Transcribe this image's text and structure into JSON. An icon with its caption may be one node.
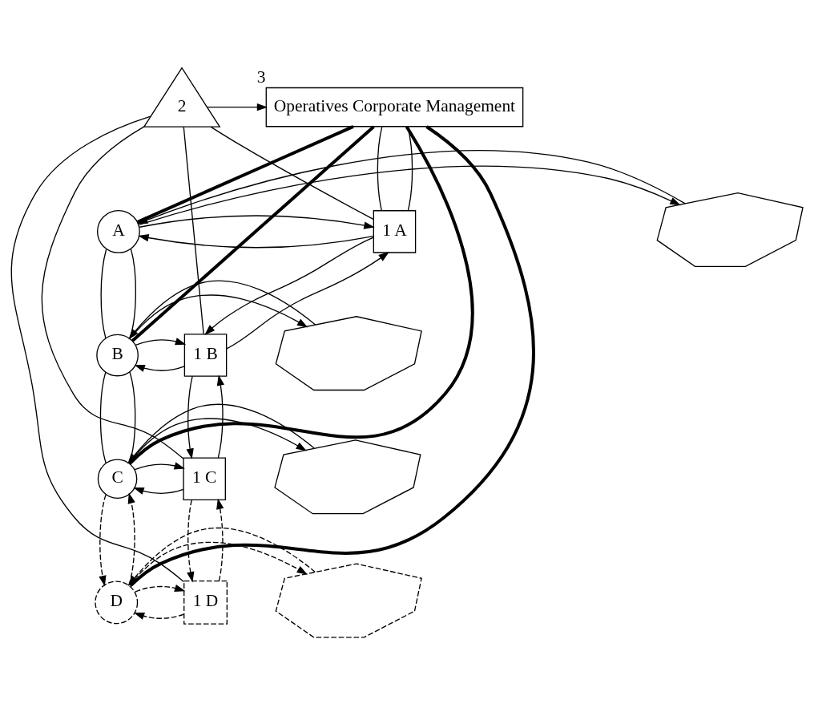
{
  "diagram": {
    "nodes": [
      {
        "text": [
          "Operatives Corporate Management"
        ],
        "beside": [
          "3"
        ]
      },
      {
        "text": [
          "2"
        ]
      },
      {
        "text": [],
        "shape": "cloud"
      },
      {
        "text": [],
        "shape": "cloud"
      },
      {
        "text": [],
        "shape": "cloud"
      },
      {
        "text": [],
        "shape": "cloud"
      },
      {
        "text": [
          "A"
        ]
      },
      {
        "text": [
          "B"
        ]
      },
      {
        "text": [
          "C"
        ]
      },
      {
        "text": [
          "D"
        ]
      },
      {
        "text": [
          "1 A"
        ]
      },
      {
        "text": [
          "1 B"
        ]
      },
      {
        "text": [
          "1 C"
        ]
      },
      {
        "text": [
          "1 D"
        ]
      }
    ],
    "edges": [
      {
        "from": 1,
        "to": 0,
        "arrow": "to"
      },
      {
        "from": 0,
        "to": 10,
        "arrow": "none"
      },
      {
        "from": 0,
        "to": 10,
        "arrow": "none"
      },
      {
        "from": 0,
        "to": 6,
        "arrow": "none",
        "style": "thick"
      },
      {
        "from": 0,
        "to": 7,
        "arrow": "none",
        "style": "thick"
      },
      {
        "from": 0,
        "to": 8,
        "arrow": "none",
        "style": "thick"
      },
      {
        "from": 0,
        "to": 9,
        "arrow": "none",
        "style": "thick"
      },
      {
        "from": 10,
        "to": 1,
        "arrow": "none"
      },
      {
        "from": 11,
        "to": 1,
        "arrow": "none"
      },
      {
        "from": 12,
        "to": 1,
        "arrow": "none"
      },
      {
        "from": 13,
        "to": 1,
        "arrow": "none"
      },
      {
        "from": 6,
        "to": 2,
        "arrow": "to"
      },
      {
        "from": 2,
        "to": 6,
        "arrow": "to"
      },
      {
        "from": 10,
        "to": 6,
        "arrow": "to"
      },
      {
        "from": 6,
        "to": 10,
        "arrow": "to"
      },
      {
        "from": 7,
        "to": 3,
        "arrow": "to"
      },
      {
        "from": 3,
        "to": 7,
        "arrow": "to"
      },
      {
        "from": 11,
        "to": 7,
        "arrow": "to"
      },
      {
        "from": 7,
        "to": 11,
        "arrow": "to"
      },
      {
        "from": 8,
        "to": 4,
        "arrow": "to"
      },
      {
        "from": 4,
        "to": 8,
        "arrow": "to"
      },
      {
        "from": 12,
        "to": 8,
        "arrow": "to"
      },
      {
        "from": 8,
        "to": 12,
        "arrow": "to"
      },
      {
        "from": 9,
        "to": 5,
        "arrow": "to",
        "style": "dashed"
      },
      {
        "from": 5,
        "to": 9,
        "arrow": "to",
        "style": "dashed"
      },
      {
        "from": 13,
        "to": 9,
        "arrow": "to",
        "style": "dashed"
      },
      {
        "from": 9,
        "to": 13,
        "arrow": "to",
        "style": "dashed"
      },
      {
        "from": 6,
        "to": 7,
        "arrow": "none"
      },
      {
        "from": 6,
        "to": 7,
        "arrow": "none"
      },
      {
        "from": 7,
        "to": 8,
        "arrow": "none"
      },
      {
        "from": 7,
        "to": 8,
        "arrow": "none"
      },
      {
        "from": 9,
        "to": 8,
        "arrow": "to",
        "style": "dashed"
      },
      {
        "from": 8,
        "to": 9,
        "arrow": "to",
        "style": "dashed"
      },
      {
        "from": 11,
        "to": 10,
        "arrow": "to"
      },
      {
        "from": 10,
        "to": 11,
        "arrow": "to"
      },
      {
        "from": 12,
        "to": 11,
        "arrow": "to"
      },
      {
        "from": 11,
        "to": 12,
        "arrow": "to"
      },
      {
        "from": 13,
        "to": 12,
        "arrow": "to",
        "style": "dashed"
      },
      {
        "from": 12,
        "to": 13,
        "arrow": "to",
        "style": "dashed"
      }
    ]
  }
}
